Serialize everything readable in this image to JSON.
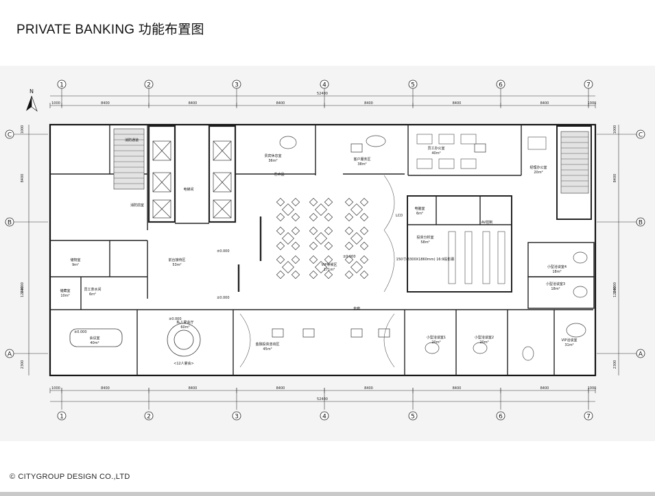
{
  "title": "PRIVATE BANKING 功能布置图",
  "footer": {
    "symbol": "©",
    "text": "CITYGROUP DESIGN CO.,LTD"
  },
  "plan": {
    "north_label": "N",
    "grid_columns": [
      "1",
      "2",
      "3",
      "4",
      "5",
      "6",
      "7"
    ],
    "grid_rows": [
      "C",
      "B",
      "A"
    ],
    "top_dims": [
      "1000",
      "8400",
      "8400",
      "8400",
      "8400",
      "8400",
      "8400",
      "1000"
    ],
    "top_total": "52400",
    "bottom_dims": [
      "1000",
      "8400",
      "8400",
      "8400",
      "8400",
      "8400",
      "8400",
      "1000"
    ],
    "bottom_total": "52400",
    "side_dims": [
      "1000",
      "8400",
      "24000",
      "12600",
      "2300"
    ],
    "rooms": [
      {
        "label": "前台接待区",
        "area": "53m²"
      },
      {
        "label": "电梯间"
      },
      {
        "label": "消防前室"
      },
      {
        "label": "消防通道"
      },
      {
        "label": "VIP等候区",
        "area": "171m²"
      },
      {
        "label": "投资分析室",
        "area": "58m²"
      },
      {
        "label": "员工办公室",
        "area": "40m²"
      },
      {
        "label": "经理办公室",
        "area": "20m²"
      },
      {
        "label": "客户服务区",
        "area": "38m²"
      },
      {
        "label": "贵宾休息室",
        "area": "36m²"
      },
      {
        "label": "会议室",
        "area": "40m²"
      },
      {
        "label": "私人宴会厅",
        "area": "60m²"
      },
      {
        "label": "<12人宴会>"
      },
      {
        "label": "金融投资咨询区",
        "area": "45m²"
      },
      {
        "label": "小型洽谈室1",
        "area": "20m²"
      },
      {
        "label": "小型洽谈室2",
        "area": "20m²"
      },
      {
        "label": "小型洽谈室3",
        "area": "18m²"
      },
      {
        "label": "小型洽谈室4",
        "area": "18m²"
      },
      {
        "label": "VIP洽谈室",
        "area": "31m²"
      },
      {
        "label": "储物室",
        "area": "9m²"
      },
      {
        "label": "员工茶水间",
        "area": "6m²"
      },
      {
        "label": "储藏室",
        "area": "10m²"
      },
      {
        "label": "电脑室",
        "area": "6m²"
      },
      {
        "label": "AV控制"
      },
      {
        "label": "艺术品"
      },
      {
        "label": "走廊"
      },
      {
        "label": "LCD"
      },
      {
        "label": "150寸(3300X1860mm) 16:9投影幕"
      }
    ],
    "elevations": [
      "±0.000",
      "±0.000",
      "±0.000",
      "±0.000",
      "±0.000"
    ]
  }
}
